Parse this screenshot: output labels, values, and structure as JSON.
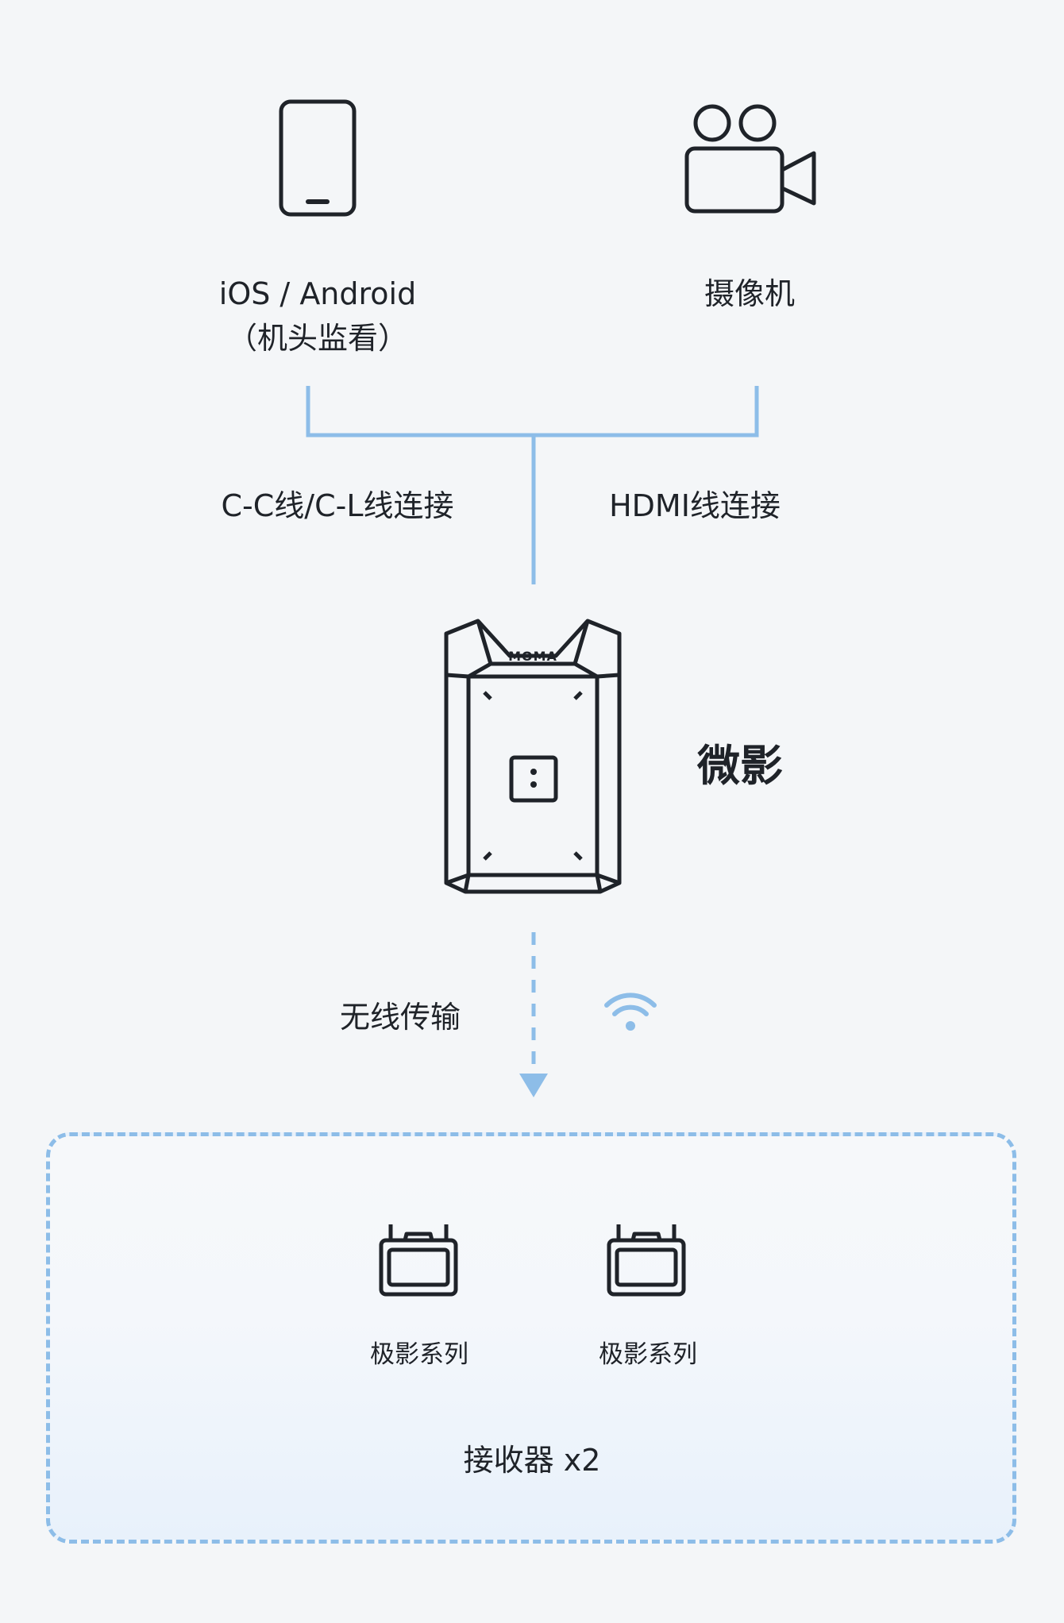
{
  "sources": [
    {
      "icon": "phone-icon",
      "line1": "iOS / Android",
      "line2": "（机头监看）"
    },
    {
      "icon": "video-camera-icon",
      "line1": "摄像机"
    }
  ],
  "connections": {
    "left": "C-C线/C-L线连接",
    "right": "HDMI线连接"
  },
  "device": {
    "logo": "MOMA",
    "name": "微影"
  },
  "transmission": {
    "label": "无线传输",
    "icon": "wifi-icon"
  },
  "receivers": {
    "items": [
      {
        "icon": "monitor-receiver-icon",
        "label": "极影系列"
      },
      {
        "icon": "monitor-receiver-icon",
        "label": "极影系列"
      }
    ],
    "title": "接收器 x2"
  },
  "colors": {
    "accent": "#8dbde8",
    "icon_stroke": "#1f2329",
    "background": "#f4f6f8"
  }
}
